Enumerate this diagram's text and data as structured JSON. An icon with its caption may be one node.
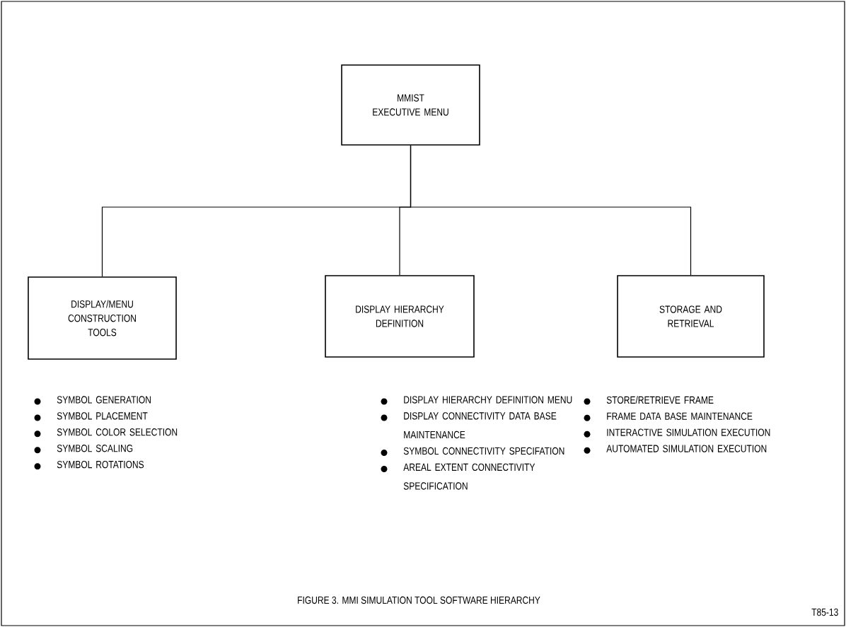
{
  "diagram": {
    "caption": "FIGURE 3.  MMI SIMULATION TOOL SOFTWARE HIERARCHY",
    "nodes": [
      {
        "text": [
          "MMIST EXECUTIVE MENU"
        ]
      },
      {
        "text": [
          "DISPLAY/MENU CONSTRUCTION TOOLS"
        ],
        "beside": [
          "SYMBOL GENERATION",
          "SYMBOL PLACEMENT",
          "SYMBOL COLOR SELECTION",
          "SYMBOL SCALING",
          "SYMBOL ROTATIONS"
        ]
      },
      {
        "text": [
          "DISPLAY HIERARCHY DEFINITION"
        ],
        "beside": [
          "DISPLAY HIERARCHY DEFINITION MENU",
          "DISPLAY CONNECTIVITY DATA BASE MAINTENANCE",
          "SYMBOL CONNECTIVITY SPECIFATION",
          "AREAL EXTENT CONNECTIVITY SPECIFICATION"
        ]
      },
      {
        "text": [
          "STORAGE AND RETRIEVAL"
        ],
        "beside": [
          "STORE/RETRIEVE FRAME",
          "FRAME DATA BASE MAINTENANCE",
          "INTERACTIVE SIMULATION EXECUTION",
          "AUTOMATED SIMULATION EXECUTION"
        ]
      }
    ],
    "edges": [
      {
        "from": 0,
        "to": 1,
        "arrow": "none"
      },
      {
        "from": 0,
        "to": 2,
        "arrow": "none"
      },
      {
        "from": 0,
        "to": 3,
        "arrow": "none"
      }
    ],
    "labels": [
      "T85-13"
    ]
  }
}
